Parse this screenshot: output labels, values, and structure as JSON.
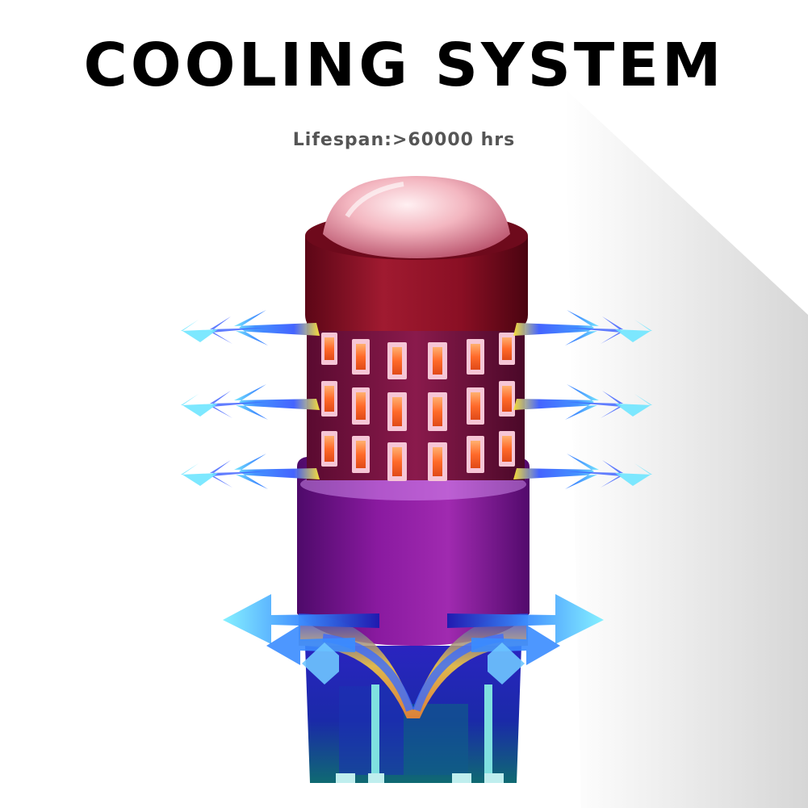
{
  "header": {
    "title": "COOLING SYSTEM",
    "subtitle": "Lifespan:>60000 hrs"
  },
  "colors": {
    "subtitle_text": "#555555",
    "head_red": "#8a0f24",
    "led_chip": "#ff6a2a",
    "base_purple": "#8a1aa0",
    "socket_blue": "#1a2aa8",
    "socket_teal": "#0f6a72",
    "arrow_blue": "#3a5cff",
    "arrow_cyan": "#6fe6ff",
    "arrow_yellow": "#ffe83a"
  },
  "icons": {
    "product": "led-bulb-illustration",
    "airflow": "airflow-arrow-icon"
  }
}
